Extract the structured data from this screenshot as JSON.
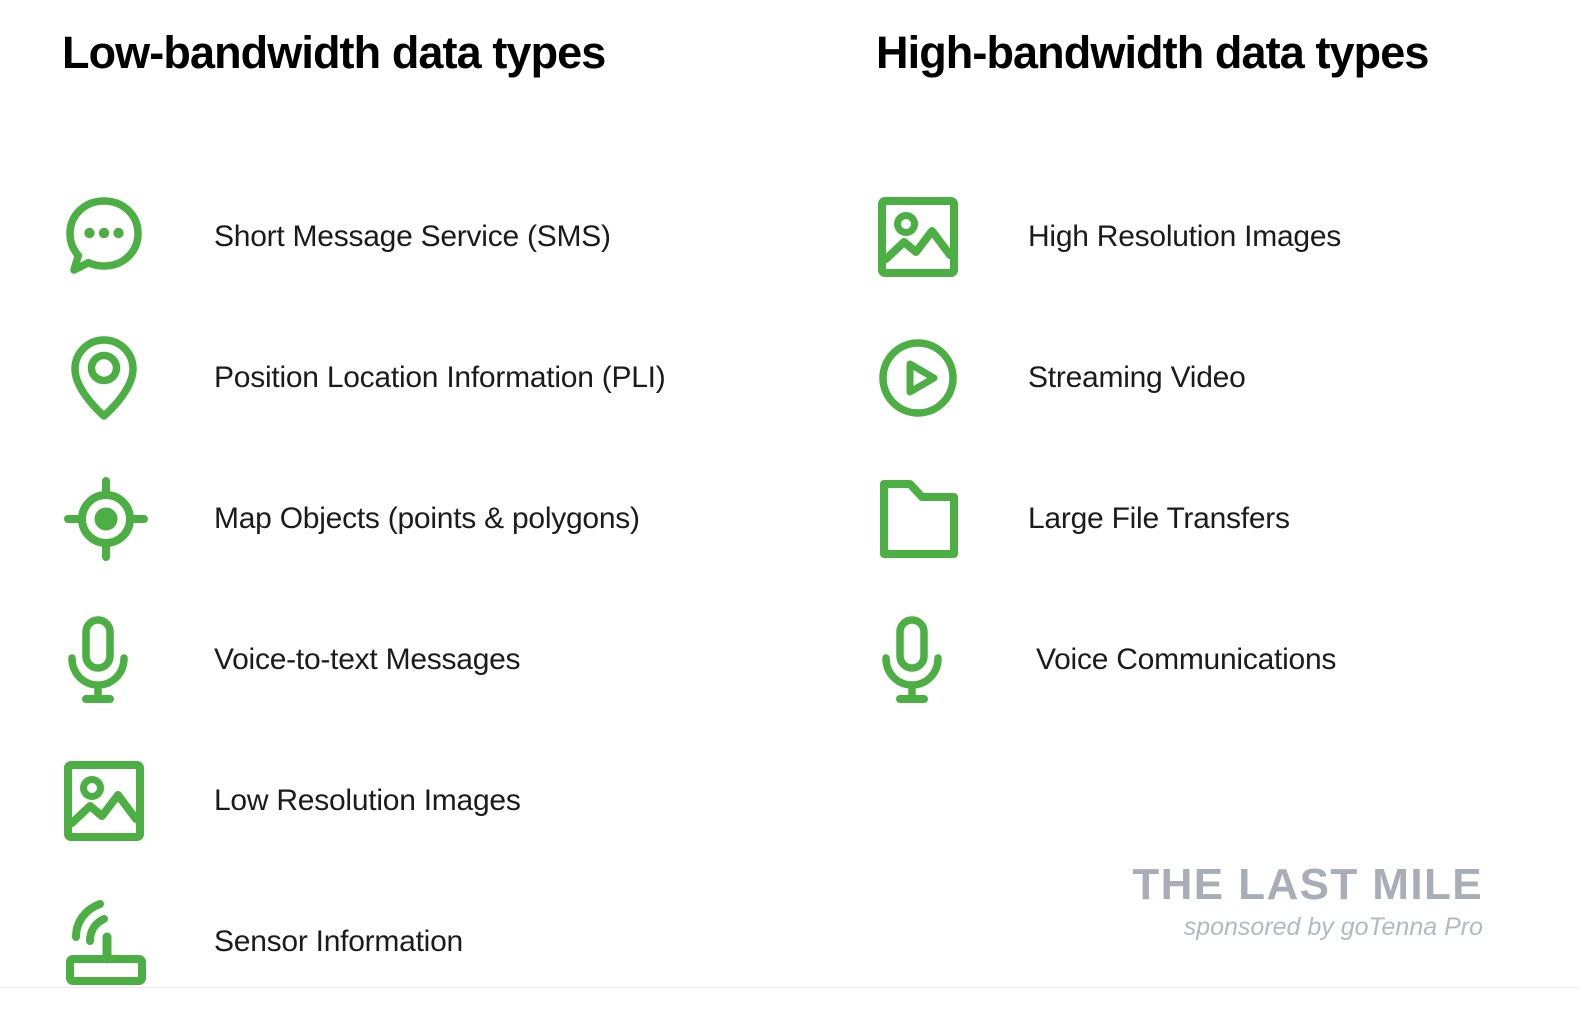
{
  "theme": {
    "accent_green": "#4CAF43",
    "text_color": "#1b1b1b",
    "heading_color": "#000000",
    "watermark_color": "#a9adb8",
    "background": "#ffffff"
  },
  "columns": {
    "left": {
      "heading": "Low-bandwidth data types",
      "items": [
        {
          "icon": "chat-bubble-icon",
          "label": "Short Message Service (SMS)"
        },
        {
          "icon": "location-pin-icon",
          "label": "Position Location Information (PLI)"
        },
        {
          "icon": "crosshair-target-icon",
          "label": "Map Objects (points & polygons)"
        },
        {
          "icon": "microphone-icon",
          "label": "Voice-to-text Messages"
        },
        {
          "icon": "image-icon",
          "label": "Low Resolution Images"
        },
        {
          "icon": "router-sensor-icon",
          "label": "Sensor Information"
        }
      ]
    },
    "right": {
      "heading": "High-bandwidth data types",
      "items": [
        {
          "icon": "image-icon",
          "label": "High Resolution Images"
        },
        {
          "icon": "play-circle-icon",
          "label": "Streaming Video"
        },
        {
          "icon": "folder-icon",
          "label": "Large File Transfers"
        },
        {
          "icon": "microphone-icon",
          "label": "Voice Communications"
        }
      ]
    }
  },
  "watermark": {
    "title": "THE LAST MILE",
    "subtitle": "sponsored by goTenna Pro"
  }
}
